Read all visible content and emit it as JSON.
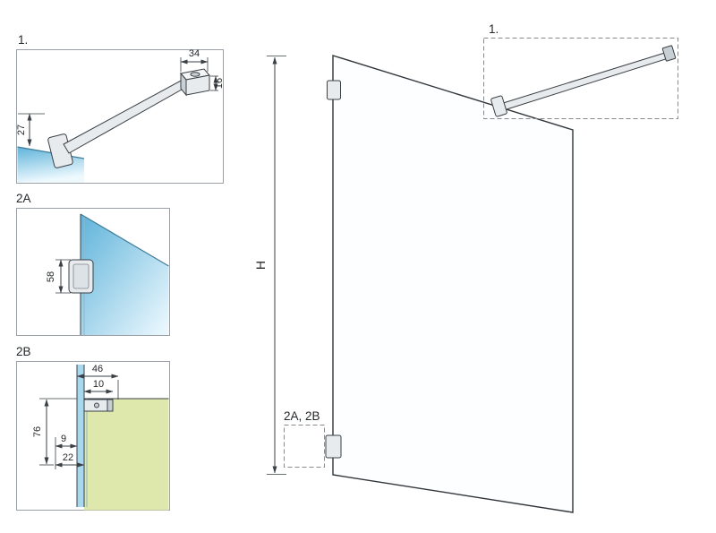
{
  "diagram": {
    "detail1": {
      "label": "1.",
      "dim_bar_width": "34",
      "dim_bar_height": "16",
      "dim_clamp": "27"
    },
    "detail2a": {
      "label": "2A",
      "dim_bracket_height": "58"
    },
    "detail2b": {
      "label": "2B",
      "dim_total_depth": "46",
      "dim_bracket_depth": "10",
      "dim_profile_height": "76",
      "dim_glass_offset": "9",
      "dim_profile_depth": "22"
    },
    "main": {
      "dim_height": "H",
      "callout_detail1": "1.",
      "callout_detail2": "2A, 2B"
    }
  },
  "colors": {
    "line": "#3a4045",
    "glass_dark": "#5fb3da",
    "glass_light": "#eef9fe",
    "glass_strip": "#a8d8ee",
    "floor": "#dfe8ac",
    "dashed": "#85898d"
  }
}
